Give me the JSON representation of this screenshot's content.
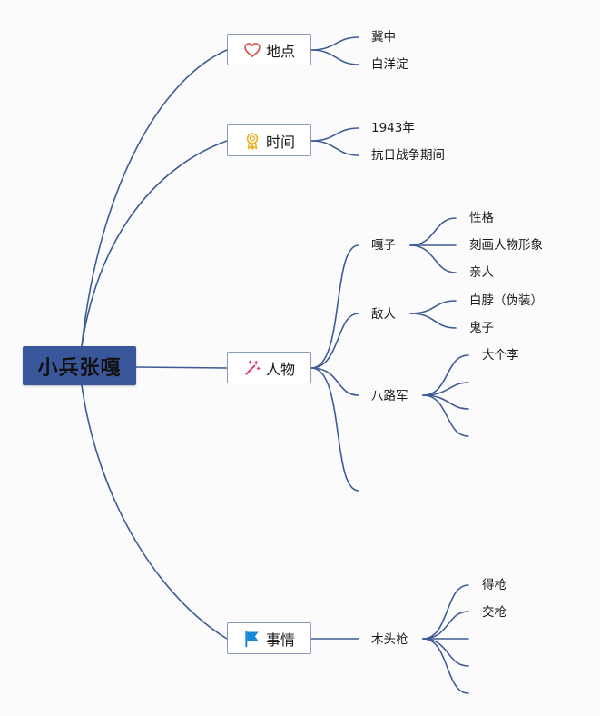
{
  "root": {
    "label": "小兵张嘎"
  },
  "branches": {
    "place": {
      "label": "地点",
      "icon": "heart-icon",
      "children": [
        "冀中",
        "白洋淀"
      ]
    },
    "time": {
      "label": "时间",
      "icon": "award-medal-icon",
      "children": [
        "1943年",
        "抗日战争期间"
      ]
    },
    "people": {
      "label": "人物",
      "icon": "magic-wand-icon",
      "gazi": {
        "label": "嘎子",
        "children": [
          "性格",
          "刻画人物形象",
          "亲人"
        ]
      },
      "enemy": {
        "label": "敌人",
        "children": [
          "白脖（伪装）",
          "鬼子"
        ]
      },
      "army": {
        "label": "八路军",
        "children": [
          "大个李"
        ]
      }
    },
    "events": {
      "label": "事情",
      "icon": "flag-icon",
      "gun": {
        "label": "木头枪",
        "children": [
          "得枪",
          "交枪"
        ]
      }
    }
  },
  "colors": {
    "root_fill": "#3b579b",
    "connector": "#3f5b93",
    "branch_border": "#8a9ab8",
    "heart_icon": "#d9534f",
    "award_icon": "#e8b52a",
    "wand_icon": "#e0306a",
    "flag_icon": "#1a88d8"
  }
}
